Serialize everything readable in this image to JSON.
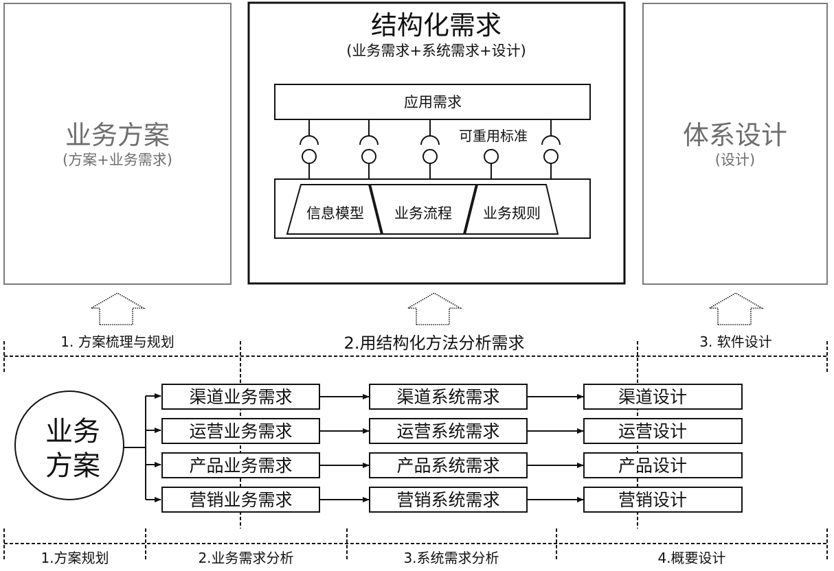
{
  "colors": {
    "gray_panel_border": "#7a7a7a",
    "gray_text": "#6e6e6e",
    "black": "#111111"
  },
  "top_panels": {
    "left": {
      "title": "业务方案",
      "subtitle": "(方案+业务需求)"
    },
    "center": {
      "title": "结构化需求",
      "subtitle": "(业务需求+系统需求+设计)",
      "app_requirements": "应用需求",
      "reusable_standard": "可重用标准",
      "components": [
        "信息模型",
        "业务流程",
        "业务规则"
      ]
    },
    "right": {
      "title": "体系设计",
      "subtitle": "(设计)"
    }
  },
  "top_phases": [
    {
      "label": "1. 方案梳理与规划"
    },
    {
      "label": "2.用结构化方法分析需求"
    },
    {
      "label": "3. 软件设计"
    }
  ],
  "source_node": {
    "line1": "业务",
    "line2": "方案"
  },
  "rows": [
    {
      "business": "渠道业务需求",
      "system": "渠道系统需求",
      "design": "渠道设计"
    },
    {
      "business": "运营业务需求",
      "system": "运营系统需求",
      "design": "运营设计"
    },
    {
      "business": "产品业务需求",
      "system": "产品系统需求",
      "design": "产品设计"
    },
    {
      "business": "营销业务需求",
      "system": "营销系统需求",
      "design": "营销设计"
    }
  ],
  "bottom_phases": [
    {
      "label": "1.方案规划"
    },
    {
      "label": "2.业务需求分析"
    },
    {
      "label": "3.系统需求分析"
    },
    {
      "label": "4.概要设计"
    }
  ],
  "icons": {
    "up_arrow": "dotted-up-arrow",
    "lollipop": "interface-socket"
  }
}
